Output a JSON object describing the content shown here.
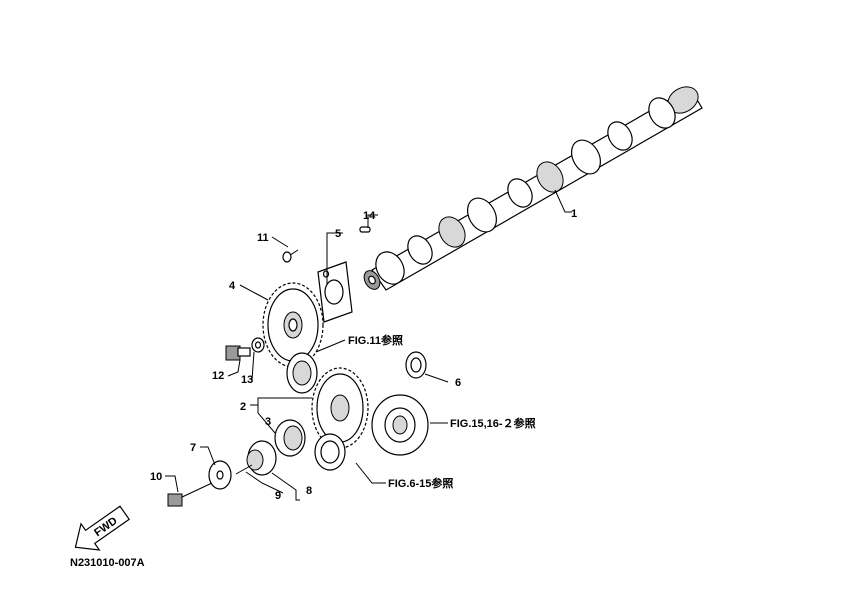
{
  "callouts": {
    "n1": "1",
    "n2": "2",
    "n3": "3",
    "n4": "4",
    "n5": "5",
    "n6": "6",
    "n7": "7",
    "n8": "8",
    "n9": "9",
    "n10": "10",
    "n11": "11",
    "n12": "12",
    "n13": "13",
    "n14": "14"
  },
  "references": {
    "fig11": "FIG.11参照",
    "fig15": "FIG.15,16-２参照",
    "fig6": "FIG.6-15参照"
  },
  "fwd_label": "FWD",
  "diagram_code": "N231010-007A"
}
